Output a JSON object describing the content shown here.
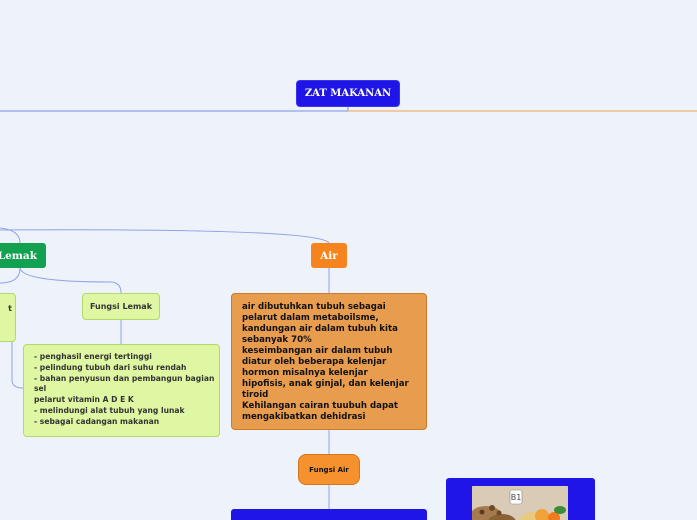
{
  "central": {
    "label": "ZAT MAKANAN"
  },
  "branches": {
    "lemak": {
      "label": "Lemak"
    },
    "air": {
      "label": "Air"
    }
  },
  "lemak_children": {
    "left_cut_label": "t",
    "fungsi_lemak": {
      "label": "Fungsi Lemak"
    }
  },
  "fungsi_lemak_list": [
    "- penghasil energi  tertinggi",
    "- pelindung tubuh dari suhu rendah",
    "- bahan penyusun dan pembangun bagian",
    "sel",
    "pelarut vitamin A D E K",
    "- melindungi alat tubuh yang lunak",
    "- sebagai cadangan makanan"
  ],
  "air_description": [
    "air dibutuhkan tubuh sebagai",
    "pelarut dalam metaboilsme,",
    "kandungan air dalam tubuh kita",
    "sebanyak 70%",
    "keseimbangan air dalam tubuh",
    "diatur oleh beberapa kelenjar",
    "hormon misalnya kelenjar",
    "hipofisis, anak ginjal, dan kelenjar",
    "tiroid",
    "Kehilangan cairan tuubuh dapat",
    "mengakibatkan dehidrasi"
  ],
  "fungsi_air": {
    "label": "Fungsi Air"
  },
  "image_card": {
    "badge": "B1"
  },
  "colors": {
    "background": "#eef2fb",
    "central": "#1e15e6",
    "lemak": "#12a150",
    "air": "#f5841e",
    "green_note": "#dff7a3",
    "orange_note": "#e89c4e",
    "connector_blue": "#8fa4e6",
    "connector_orange": "#f5b36b"
  }
}
